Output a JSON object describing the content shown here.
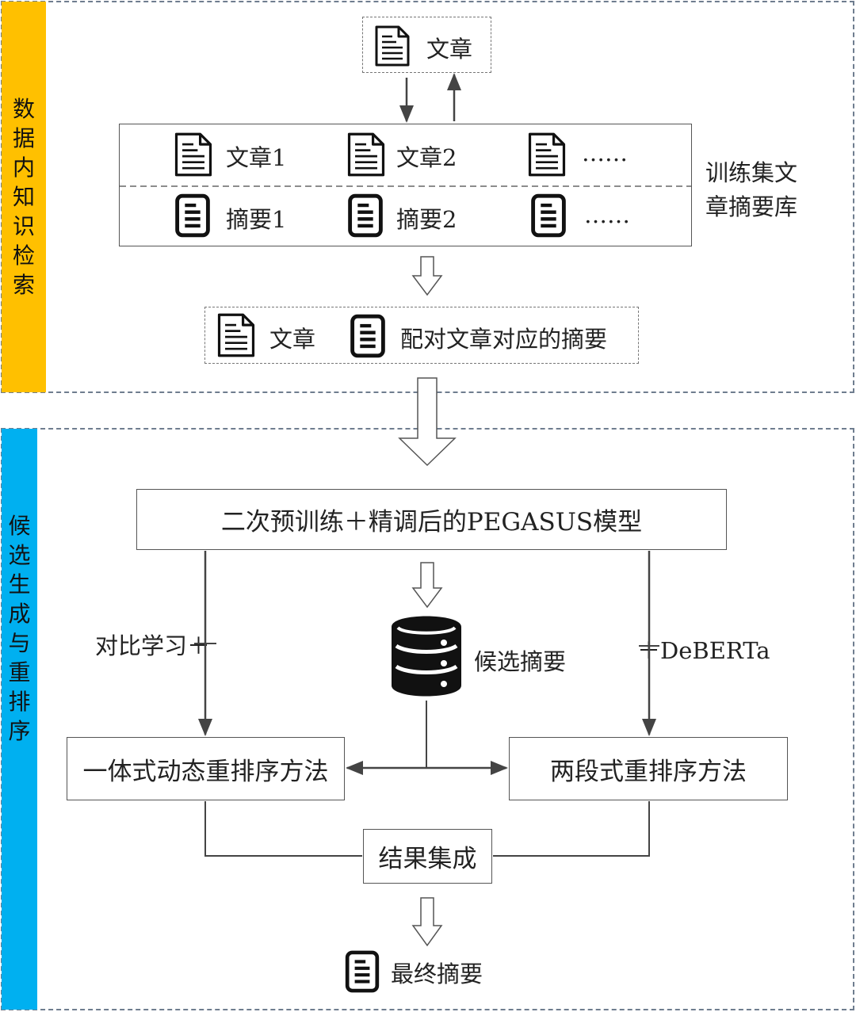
{
  "section_top": {
    "label": "数据内知识检索",
    "band_color": "#FFC000"
  },
  "section_bottom": {
    "label": "候选生成与重排序",
    "band_color": "#00B0F0"
  },
  "top_article": {
    "label": "文章"
  },
  "library": {
    "label": "训练集文章摘要库",
    "articles": [
      "文章1",
      "文章2",
      "……"
    ],
    "summaries": [
      "摘要1",
      "摘要2",
      "……"
    ]
  },
  "pair": {
    "article_label": "文章",
    "summary_label": "配对文章对应的摘要"
  },
  "model_box": {
    "label": "二次预训练＋精调后的PEGASUS模型"
  },
  "left_edge_label": "对比学习＋",
  "right_edge_label": "＋DeBERTa",
  "candidates": {
    "label": "候选摘要"
  },
  "method_left": {
    "label": "一体式动态重排序方法"
  },
  "method_right": {
    "label": "两段式重排序方法"
  },
  "ensemble": {
    "label": "结果集成"
  },
  "final": {
    "label": "最终摘要"
  },
  "icons": {
    "article": "document-lines-icon",
    "summary": "summary-document-icon",
    "candidates": "database-icon"
  }
}
